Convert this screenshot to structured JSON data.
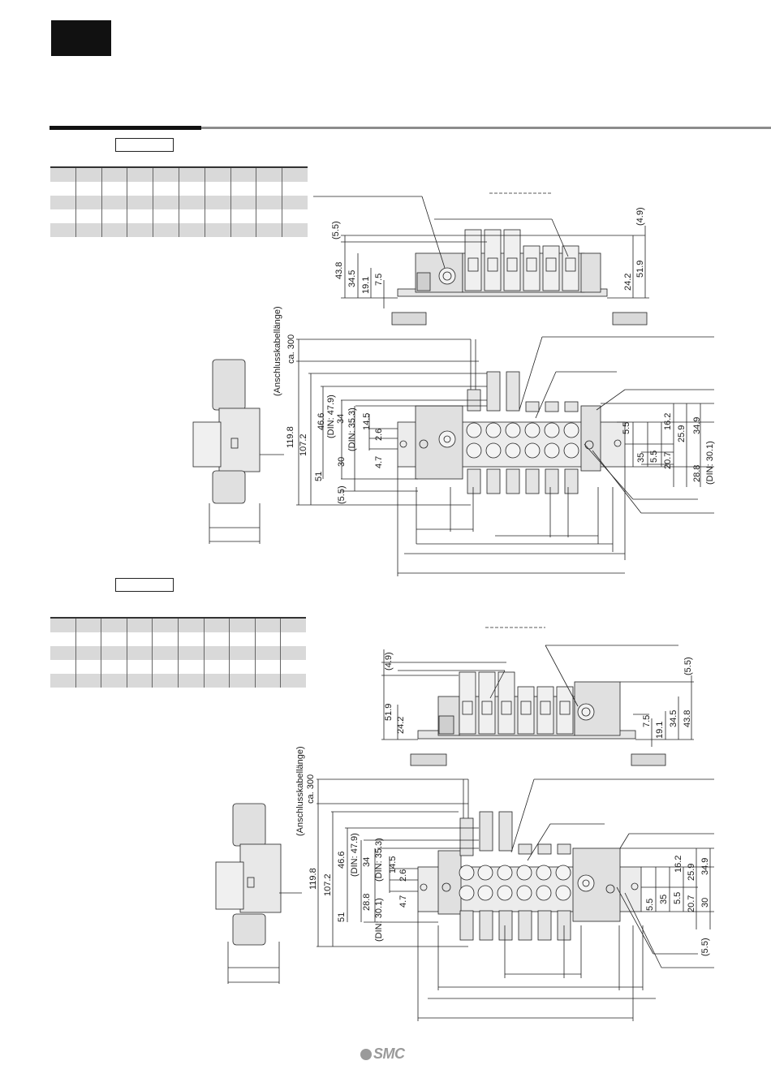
{
  "header": {
    "black_tab": ""
  },
  "section1": {
    "label_box": "",
    "table": {
      "columns": 10,
      "rows": [
        "head",
        "white",
        "grey",
        "white",
        "grey"
      ]
    }
  },
  "section2": {
    "label_box": "",
    "table": {
      "columns": 10,
      "rows": [
        "head",
        "white",
        "grey",
        "white",
        "grey"
      ]
    }
  },
  "drawing1": {
    "front": {
      "d_4_9": "(4.9)",
      "d_5_5": "(5.5)",
      "d_43_8": "43.8",
      "d_34_5": "34.5",
      "d_19_1": "19.1",
      "d_7_5": "7.5",
      "d_24_2": "24.2",
      "d_51_9": "51.9"
    },
    "plan": {
      "cable": "(Anschlusskabellänge)",
      "ca300": "ca. 300",
      "d_119_8": "119.8",
      "d_107_2": "107.2",
      "d_46_6": "46.6",
      "d_din47_9": "(DIN: 47.9)",
      "d_34": "34",
      "d_din35_3": "(DIN: 35.3)",
      "d_14_5": "14.5",
      "d_2_6": "2.6",
      "d_4_7": "4.7",
      "d_30": "30",
      "d_51": "51",
      "d_5_5": "(5.5)",
      "d_5_5b": "5.5",
      "d_16_2": "16.2",
      "d_25_9": "25.9",
      "d_34_9": "34.9",
      "d_35": "35",
      "d_5_5c": "5.5",
      "d_20_7": "20.7",
      "d_28_8": "28.8",
      "d_din30_1": "(DIN: 30.1)"
    }
  },
  "drawing2": {
    "front": {
      "d_4_9": "(4.9)",
      "d_5_5": "(5.5)",
      "d_51_9": "51.9",
      "d_24_2": "24.2",
      "d_7_5": "7.5",
      "d_19_1": "19.1",
      "d_34_5": "34.5",
      "d_43_8": "43.8"
    },
    "plan": {
      "cable": "(Anschlusskabellänge)",
      "ca300": "ca. 300",
      "d_119_8": "119.8",
      "d_107_2": "107.2",
      "d_46_6": "46.6",
      "d_din47_9": "(DIN: 47.9)",
      "d_34": "34",
      "d_din35_3": "(DIN: 35.3)",
      "d_14_5": "14.5",
      "d_2_6": "2.6",
      "d_4_7": "4.7",
      "d_28_8": "28.8",
      "d_din30_1": "(DIN: 30.1)",
      "d_51": "51",
      "d_16_2": "16.2",
      "d_25_9": "25.9",
      "d_34_9": "34.9",
      "d_5_5": "5.5",
      "d_35": "35",
      "d_5_5b": "5.5",
      "d_20_7": "20.7",
      "d_30": "30",
      "d_5_5c": "(5.5)"
    }
  },
  "footer": {
    "logo": "SMC"
  }
}
